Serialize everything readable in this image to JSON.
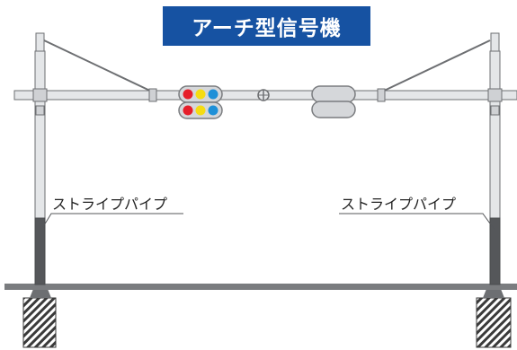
{
  "title": "アーチ型信号機",
  "labels": {
    "left": "ストライプパイプ",
    "right": "ストライプパイプ"
  },
  "colors": {
    "title_bg": "#1652a2",
    "title_text": "#ffffff",
    "pole_fill": "#e4e6e8",
    "pole_stroke": "#6d6f72",
    "stripe_dark": "#55575a",
    "ground": "#7a7c7f",
    "hatch": "#3a3a3a",
    "signal_red": "#e61e2a",
    "signal_yellow": "#f5dc12",
    "signal_blue": "#1e90d8",
    "signal_body": "#d5d7da",
    "signal_border": "#7a7c7f"
  }
}
